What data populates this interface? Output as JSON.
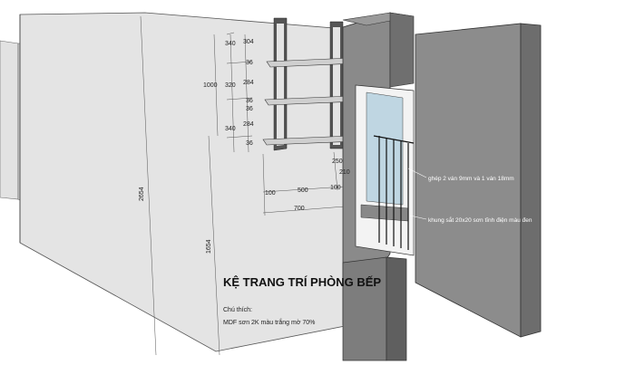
{
  "title": "KỆ TRANG TRÍ PHÒNG BẾP",
  "legend": {
    "heading": "Chú thích:",
    "item": "MDF sơn 2K màu trắng mờ 70%"
  },
  "annotations": {
    "shelf_board": "ghép 2 ván 9mm và 1 ván 18mm",
    "iron_frame": "khung sắt 20x20 sơn tĩnh điện màu đen"
  },
  "dimensions": {
    "wall_height": "2654",
    "lower_height": "1654",
    "shelf_total_height": "1000",
    "gap_top_outer": "340",
    "gap_mid_outer": "320",
    "gap_bottom_outer": "340",
    "gap_top_inner": "304",
    "gap_mid_inner": "284",
    "gap_bottom_inner": "284",
    "board_thk_1": "36",
    "board_thk_2": "36",
    "board_thk_3": "36",
    "board_thk_4": "36",
    "depth_250": "250",
    "depth_210": "210",
    "width_left": "100",
    "width_mid": "500",
    "width_right": "100",
    "width_total": "700"
  }
}
